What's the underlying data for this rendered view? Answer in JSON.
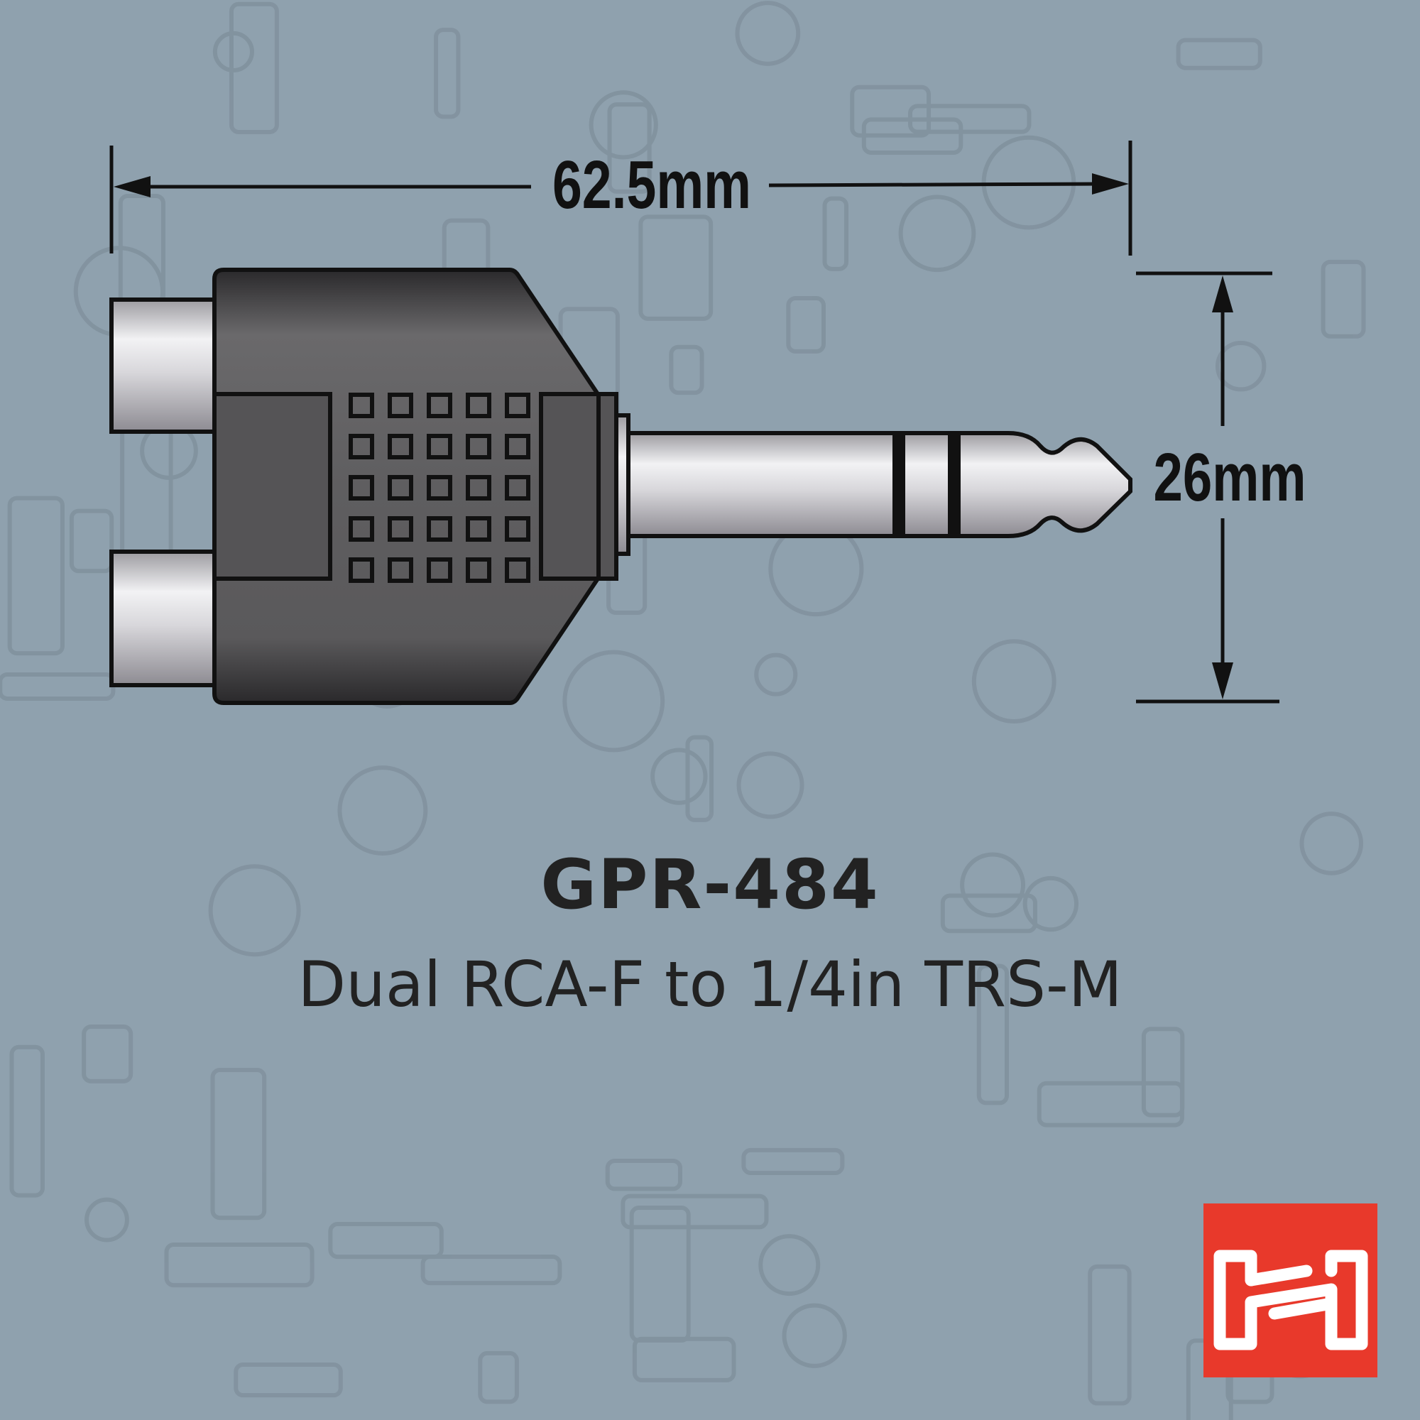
{
  "product": {
    "model": "GPR-484",
    "description": "Dual RCA-F to 1/4in TRS-M"
  },
  "dimensions": {
    "length_label": "62.5mm",
    "height_label": "26mm"
  },
  "logo": {
    "brand": "Hosa",
    "icon": "hosa-h-logo",
    "color": "#e8392b"
  },
  "colors": {
    "background": "#8fa1ae",
    "pattern": "#7f909c",
    "body": "#5f5e60"
  }
}
